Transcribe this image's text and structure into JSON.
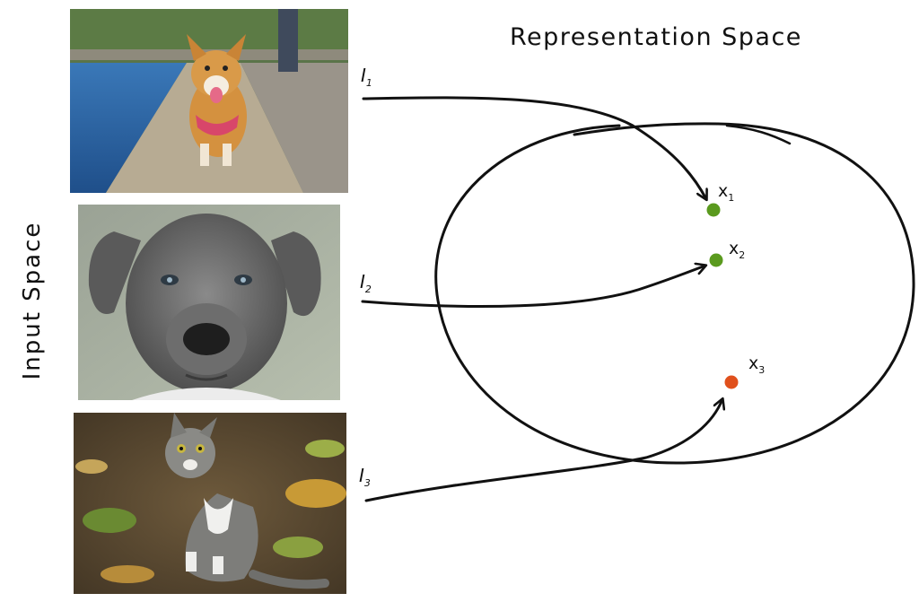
{
  "labels": {
    "input_space": "Input Space",
    "representation_space": "Representation Space"
  },
  "inputs": [
    {
      "letter": "I",
      "index": "1",
      "content": "corgi-dog-photo"
    },
    {
      "letter": "I",
      "index": "2",
      "content": "gray-pitbull-puppy-photo"
    },
    {
      "letter": "I",
      "index": "3",
      "content": "tabby-cat-photo"
    }
  ],
  "embeddings": [
    {
      "letter": "x",
      "index": "1",
      "color": "#5a9a1e"
    },
    {
      "letter": "x",
      "index": "2",
      "color": "#5a9a1e"
    },
    {
      "letter": "x",
      "index": "3",
      "color": "#e0501c"
    }
  ],
  "colors": {
    "stroke": "#111111",
    "similar_point": "#5a9a1e",
    "dissimilar_point": "#e0501c"
  }
}
